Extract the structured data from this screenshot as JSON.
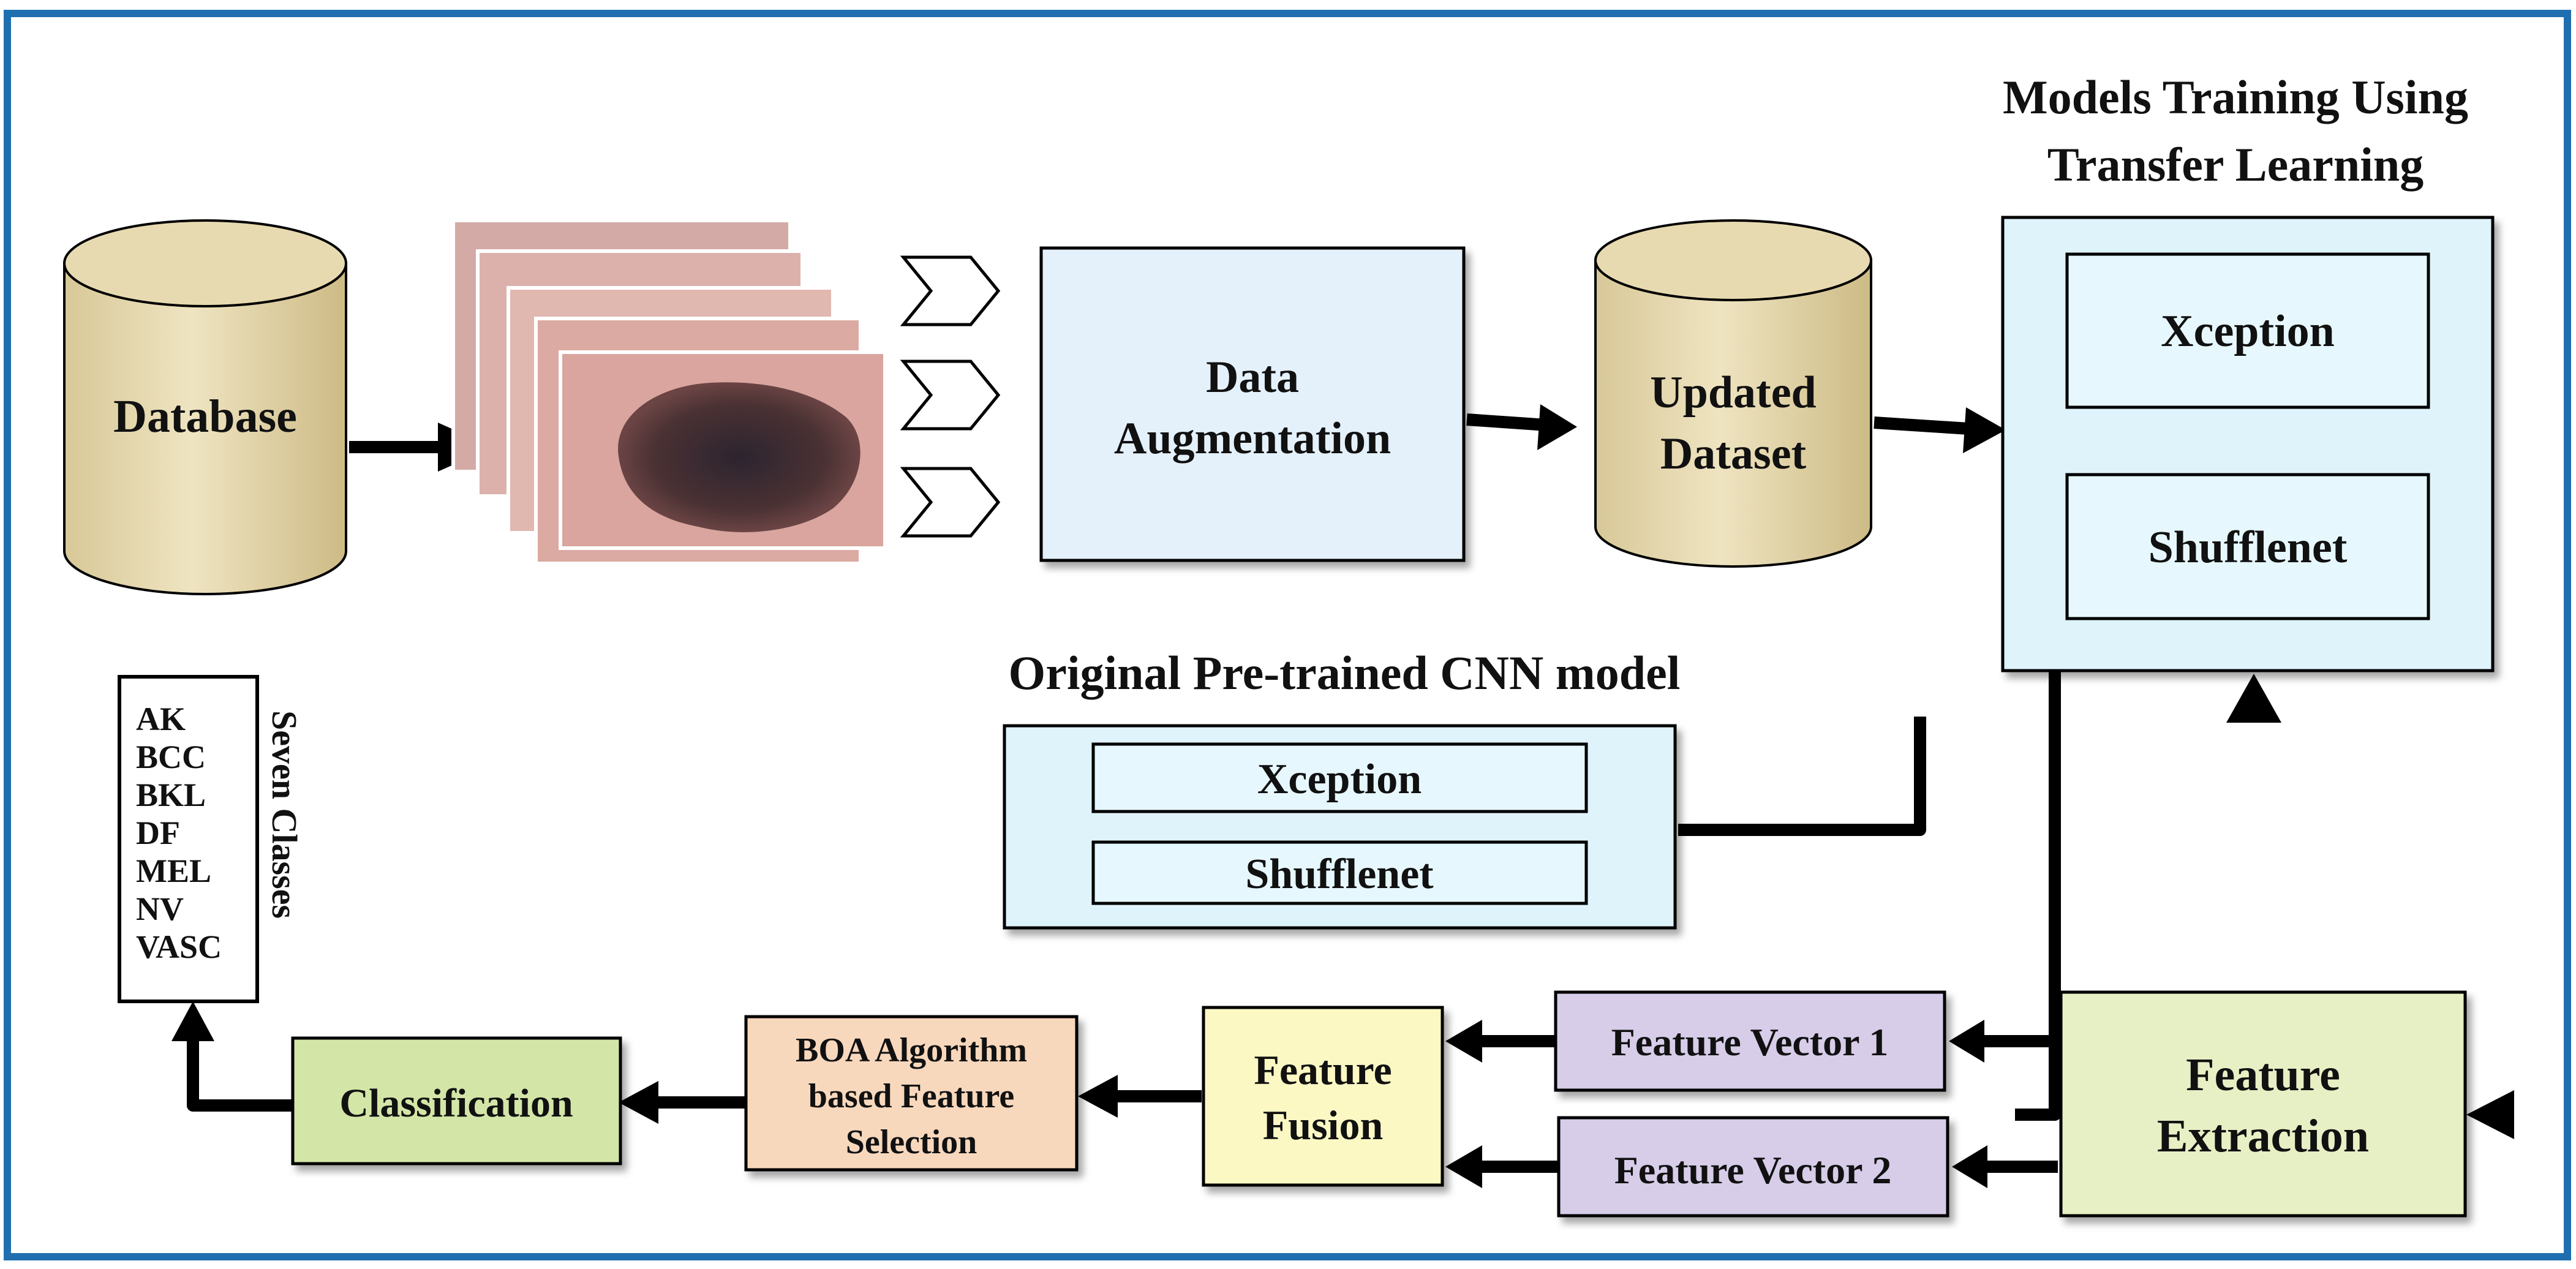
{
  "colors": {
    "frame": "#1f6fb0",
    "cylinder_fill": "#e9dcb3",
    "cylinder_top": "#f0e6c6",
    "augment_fill": "#e4f1fb",
    "model_fill": "#dff3fb",
    "inner_box_fill": "#e6f8fd",
    "feature_extraction_fill": "#e7efc4",
    "feature_vector_fill": "#d7cde9",
    "fusion_fill": "#fbf8c4",
    "boa_fill": "#f8d8bd",
    "classification_fill": "#d3e6a7",
    "arrow": "#000000",
    "skin_fill": "#d9a59e",
    "lesion_fill": "#3f2a2c"
  },
  "database": {
    "label": "Database"
  },
  "augmentation": {
    "label_line1": "Data",
    "label_line2": "Augmentation"
  },
  "updated_dataset": {
    "label_line1": "Updated",
    "label_line2": "Dataset"
  },
  "training": {
    "title_line1": "Models Training Using",
    "title_line2": "Transfer Learning",
    "model1": "Xception",
    "model2": "Shufflenet"
  },
  "pretrained": {
    "title": "Original Pre-trained CNN model",
    "model1": "Xception",
    "model2": "Shufflenet"
  },
  "feature_extraction": {
    "label_line1": "Feature",
    "label_line2": "Extraction"
  },
  "feature_vector1": {
    "label": "Feature Vector 1"
  },
  "feature_vector2": {
    "label": "Feature Vector 2"
  },
  "feature_fusion": {
    "label_line1": "Feature",
    "label_line2": "Fusion"
  },
  "boa": {
    "label_line1": "BOA Algorithm",
    "label_line2": "based Feature",
    "label_line3": "Selection"
  },
  "classification": {
    "label": "Classification"
  },
  "classes": {
    "items": [
      "AK",
      "BCC",
      "BKL",
      "DF",
      "MEL",
      "NV",
      "VASC"
    ],
    "caption": "Seven   Classes"
  }
}
